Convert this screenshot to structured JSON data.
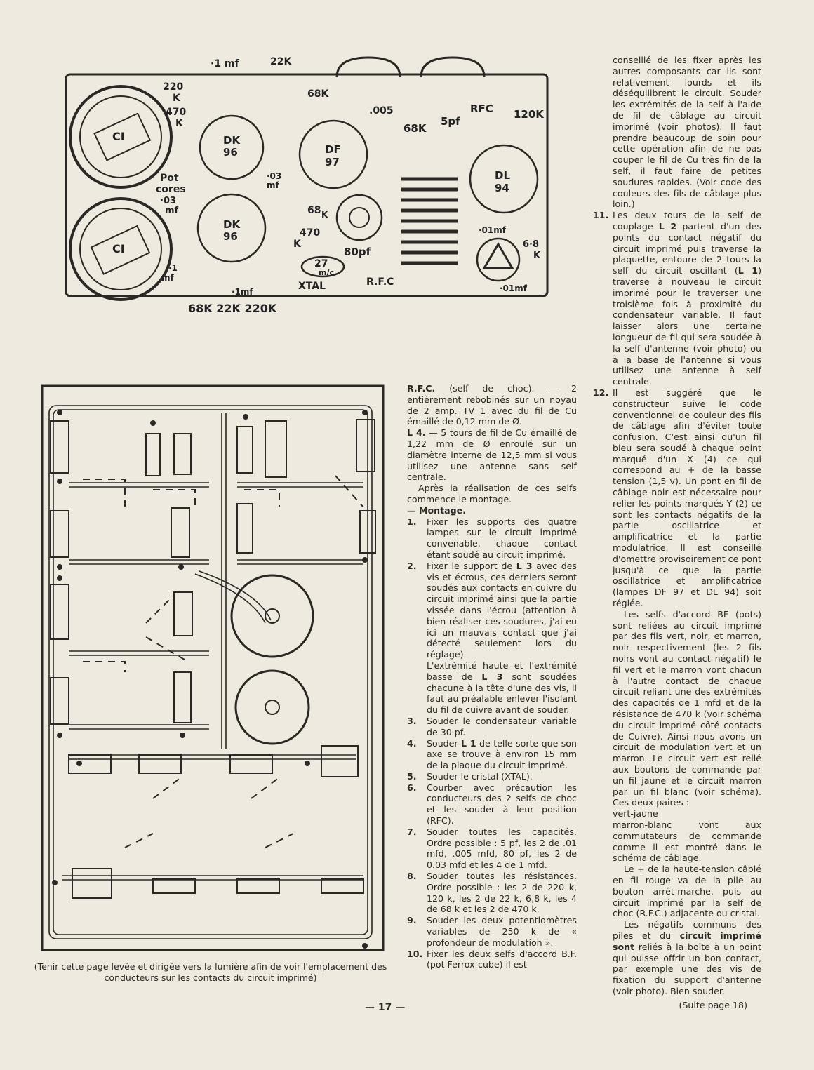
{
  "top_figure": {
    "labels": {
      "imf_top": "·1 mf",
      "k22_top": "22K",
      "k220": "220",
      "k220_k": "K",
      "k470": "470",
      "k470_k": "K",
      "k68_top": "68K",
      "pf005": ".005",
      "k68_mid": "68K",
      "pf5": "5pf",
      "rfc": "RFC",
      "k120": "120K",
      "ci1": "CI",
      "ci2": "CI",
      "dk96a_1": "DK",
      "dk96a_2": "96",
      "df97_1": "DF",
      "df97_2": "97",
      "dl94_1": "DL",
      "dl94_2": "94",
      "dk96b_1": "DK",
      "dk96b_2": "96",
      "mf03a_1": "·03",
      "mf03a_2": "mf",
      "pot": "Pot",
      "cores": "cores",
      "mf03b_1": "·03",
      "mf03b_2": "mf",
      "k68_side": "68",
      "k68_side_k": "K",
      "k470b": "470",
      "k470b_k": "K",
      "pf80": "80pf",
      "omf1": "·01mf",
      "k68b": "6·8",
      "k68b_k": "K",
      "omf2": "·01mf",
      "xtal_1": "27",
      "xtal_2": "m/c",
      "xtal": "XTAL",
      "rfc2": "R.F.C",
      "mf1": "·1",
      "mf1b": "mf",
      "imf_low": "·1mf",
      "bottom_row": "68K 22K 220K"
    }
  },
  "left_text": {
    "rfc_label": "R.F.C.",
    "rfc_text": " (self de choc). — 2 entièrement rebobinés sur un noyau de 2 amp. TV 1 avec du fil de Cu émaillé de 0,12 mm de Ø.",
    "l4_label": "L 4.",
    "l4_text": " — 5 tours de fil de Cu émaillé de 1,22 mm de Ø enroulé sur un diamètre interne de 12,5 mm si vous utilisez une antenne sans self centrale.",
    "after_selfs": "Après la réalisation de ces selfs commence le montage.",
    "montage": "— Montage.",
    "items": [
      {
        "n": "1.",
        "pre": "Fixer les supports des quatre lampes sur le circuit imprimé convenable, chaque contact étant soudé au circuit imprimé.",
        "bold": "",
        "post": ""
      },
      {
        "n": "2.",
        "pre": "Fixer le support de ",
        "bold": "L 3",
        "post": " avec des vis et écrous, ces derniers seront soudés aux contacts en cuivre du circuit imprimé ainsi que la partie vissée dans l'écrou (attention à bien réaliser ces soudures, j'ai eu ici un mauvais contact que j'ai détecté seulement lors du réglage)."
      },
      {
        "n": "",
        "pre": "L'extrémité haute et l'extrémité basse de ",
        "bold": "L 3",
        "post": " sont soudées chacune à la tête d'une des vis, il faut au préalable enlever l'isolant du fil de cuivre avant de souder."
      },
      {
        "n": "3.",
        "pre": "Souder le condensateur variable de 30 pf.",
        "bold": "",
        "post": ""
      },
      {
        "n": "4.",
        "pre": "Souder ",
        "bold": "L 1",
        "post": " de telle sorte que son axe se trouve à environ 15 mm de la plaque du circuit imprimé."
      },
      {
        "n": "5.",
        "pre": "Souder le cristal (XTAL).",
        "bold": "",
        "post": ""
      },
      {
        "n": "6.",
        "pre": "Courber avec précaution les conducteurs des 2 selfs de choc et les souder à leur position (RFC).",
        "bold": "",
        "post": ""
      },
      {
        "n": "7.",
        "pre": "Souder toutes les capacités. Ordre possible : 5 pf, les 2 de .01 mfd, .005 mfd, 80 pf, les 2 de 0.03 mfd et les 4 de 1 mfd.",
        "bold": "",
        "post": ""
      },
      {
        "n": "8.",
        "pre": "Souder toutes les résistances. Ordre possible : les 2 de 220 k, 120 k, les 2 de 22 k, 6,8 k, les 4 de 68 k et les 2 de 470 k.",
        "bold": "",
        "post": ""
      },
      {
        "n": "9.",
        "pre": "Souder les deux potentiomètres variables de 250 k de « profondeur de modulation ».",
        "bold": "",
        "post": ""
      },
      {
        "n": "10.",
        "pre": "Fixer les deux selfs d'accord B.F. (pot Ferrox-cube) il est",
        "bold": "",
        "post": ""
      }
    ]
  },
  "right_text": {
    "top": "conseillé de les fixer après les autres composants car ils sont relativement lourds et ils déséquilibrent le circuit. Souder les extrémités de la self à l'aide de fil de câblage au circuit imprimé (voir photos). Il faut prendre beaucoup de soin pour cette opération afin de ne pas couper le fil de Cu très fin de la self, il faut faire de petites soudures rapides. (Voir code des couleurs des fils de câblage plus loin.)",
    "item11_num": "11.",
    "item11_pre": "Les deux tours de la self de couplage ",
    "item11_b1": "L 2",
    "item11_mid": " partent d'un des points du contact négatif du circuit imprimé puis traverse la plaquette, entoure de 2 tours la self du circuit oscillant (",
    "item11_b2": "L 1",
    "item11_post": ") traverse à nouveau le circuit imprimé pour le traverser une troisième fois à proximité du condensateur variable. Il faut laisser alors une certaine longueur de fil qui sera soudée à la self d'antenne (voir photo) ou à la base de l'antenne si vous utilisez une antenne à self centrale.",
    "item12_num": "12.",
    "item12": "Il est suggéré que le constructeur suive le code conventionnel de couleur des fils de câblage afin d'éviter toute confusion. C'est ainsi qu'un fil bleu sera soudé à chaque point marqué d'un X (4) ce qui correspond au + de la basse tension (1,5 v). Un pont en fil de câblage noir est nécessaire pour relier les points marqués Y (2) ce sont les contacts négatifs de la partie oscillatrice et amplificatrice et la partie modulatrice. Il est conseillé d'omettre provisoirement ce pont jusqu'à ce que la partie oscillatrice et amplificatrice (lampes DF 97 et DL 94) soit réglée.",
    "p_selfs": "Les selfs d'accord BF (pots) sont reliées au circuit imprimé par des fils vert, noir, et marron, noir respectivement (les 2 fils noirs vont au contact négatif) le fil vert et le marron vont chacun à l'autre contact de chaque circuit reliant une des extrémités des capacités de 1 mfd et de la résistance de 470 k (voir schéma du circuit imprimé côté contacts de Cuivre). Ainsi nous avons un circuit de modulation vert et un marron. Le circuit vert est relié aux boutons de commande par un fil jaune et le circuit marron par un fil blanc (voir schéma). Ces deux paires :",
    "pair1": "vert-jaune",
    "pair2": "marron-blanc vont aux commutateurs de commande comme il est montré dans le schéma de câblage.",
    "p_ht": "Le + de la haute-tension câblé en fil rouge va de la pile au bouton arrêt-marche, puis au circuit imprimé par la self de choc (R.F.C.) adjacente ou cristal.",
    "p_neg_pre": "Les négatifs communs des piles et du ",
    "p_neg_b": "circuit imprimé sont",
    "p_neg_post": " reliés à la boîte à un point qui puisse offrir un bon contact, par exemple une des vis de fixation du support d'antenne (voir photo). Bien souder.",
    "suite": "(Suite page 18)"
  },
  "caption": "(Tenir cette page levée et dirigée vers la lumière afin de voir l'emplacement des conducteurs sur les contacts du circuit imprimé)",
  "page_number": "— 17 —"
}
